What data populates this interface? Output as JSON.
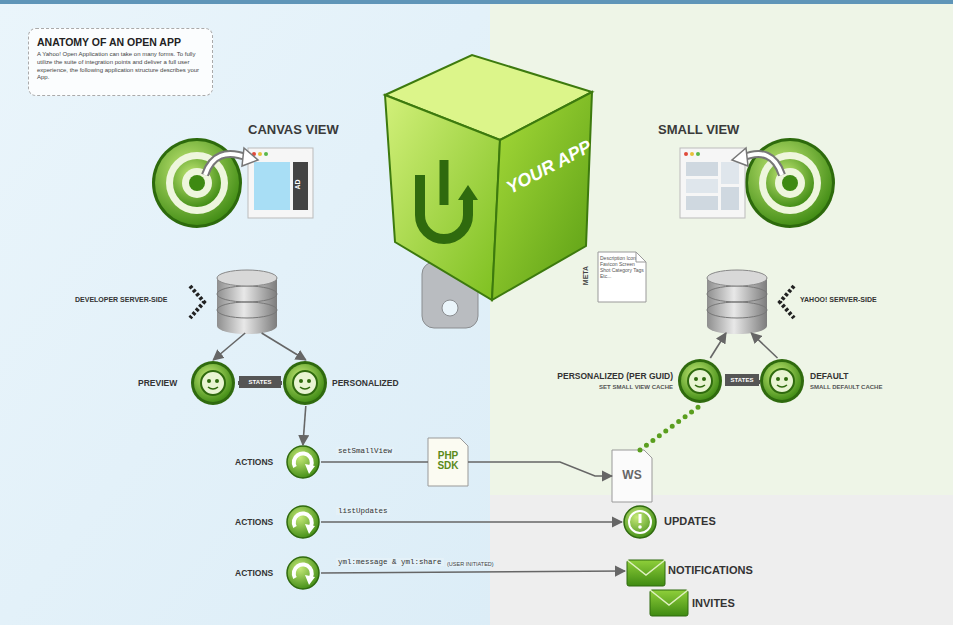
{
  "diagram": {
    "nodes": [
      {
        "text": [
          "ANATOMY OF AN OPEN APP",
          "A Yahoo! Open Application can take on many forms. To fully utilize the suite of integration points and deliver a full user experience, the following application structure describes your App."
        ]
      },
      {
        "text": [
          "CANVAS VIEW"
        ]
      },
      {
        "text": [
          "SMALL VIEW"
        ]
      },
      {
        "text": [
          "YOUR APP"
        ]
      },
      {
        "text": [
          "META",
          "Description Icon Favicon Screen Shot Category Tags Etc..."
        ]
      },
      {
        "text": [
          "DEVELOPER SERVER-SIDE"
        ]
      },
      {
        "text": [
          "YAHOO! SERVER-SIDE"
        ]
      },
      {
        "text": [
          "PREVIEW"
        ]
      },
      {
        "text": [
          "PERSONALIZED"
        ]
      },
      {
        "text": [
          "PERSONALIZED (PER GUID)",
          "SET SMALL VIEW CACHE"
        ]
      },
      {
        "text": [
          "DEFAULT",
          "SMALL DEFAULT CACHE"
        ]
      },
      {
        "text": [
          "ACTIONS"
        ]
      },
      {
        "text": [
          "PHP SDK"
        ]
      },
      {
        "text": [
          "WS"
        ]
      },
      {
        "text": [
          "ACTIONS"
        ]
      },
      {
        "text": [
          "UPDATES"
        ]
      },
      {
        "text": [
          "ACTIONS"
        ]
      },
      {
        "text": [
          "NOTIFICATIONS"
        ]
      },
      {
        "text": [
          "INVITES"
        ]
      }
    ],
    "edges": [
      {
        "from": 5,
        "to": 7,
        "arrow": "to"
      },
      {
        "from": 5,
        "to": 8,
        "arrow": "to"
      },
      {
        "from": 7,
        "to": 8,
        "label": "STATES",
        "arrow": "none"
      },
      {
        "from": 8,
        "to": 11,
        "arrow": "to"
      },
      {
        "from": 11,
        "to": 12,
        "label": "setSmallView",
        "arrow": "none"
      },
      {
        "from": 12,
        "to": 13,
        "arrow": "to"
      },
      {
        "from": 13,
        "to": 9,
        "arrow": "none"
      },
      {
        "from": 9,
        "to": 10,
        "label": "STATES",
        "arrow": "none"
      },
      {
        "from": 9,
        "to": 6,
        "arrow": "to"
      },
      {
        "from": 10,
        "to": 6,
        "arrow": "to"
      },
      {
        "from": 14,
        "to": 15,
        "label": "listUpdates",
        "arrow": "to"
      },
      {
        "from": 16,
        "to": 17,
        "label": "yml:message & yml:share",
        "arrow": "to"
      }
    ],
    "labels": [
      "AD",
      "(USER INITIATED)"
    ]
  }
}
